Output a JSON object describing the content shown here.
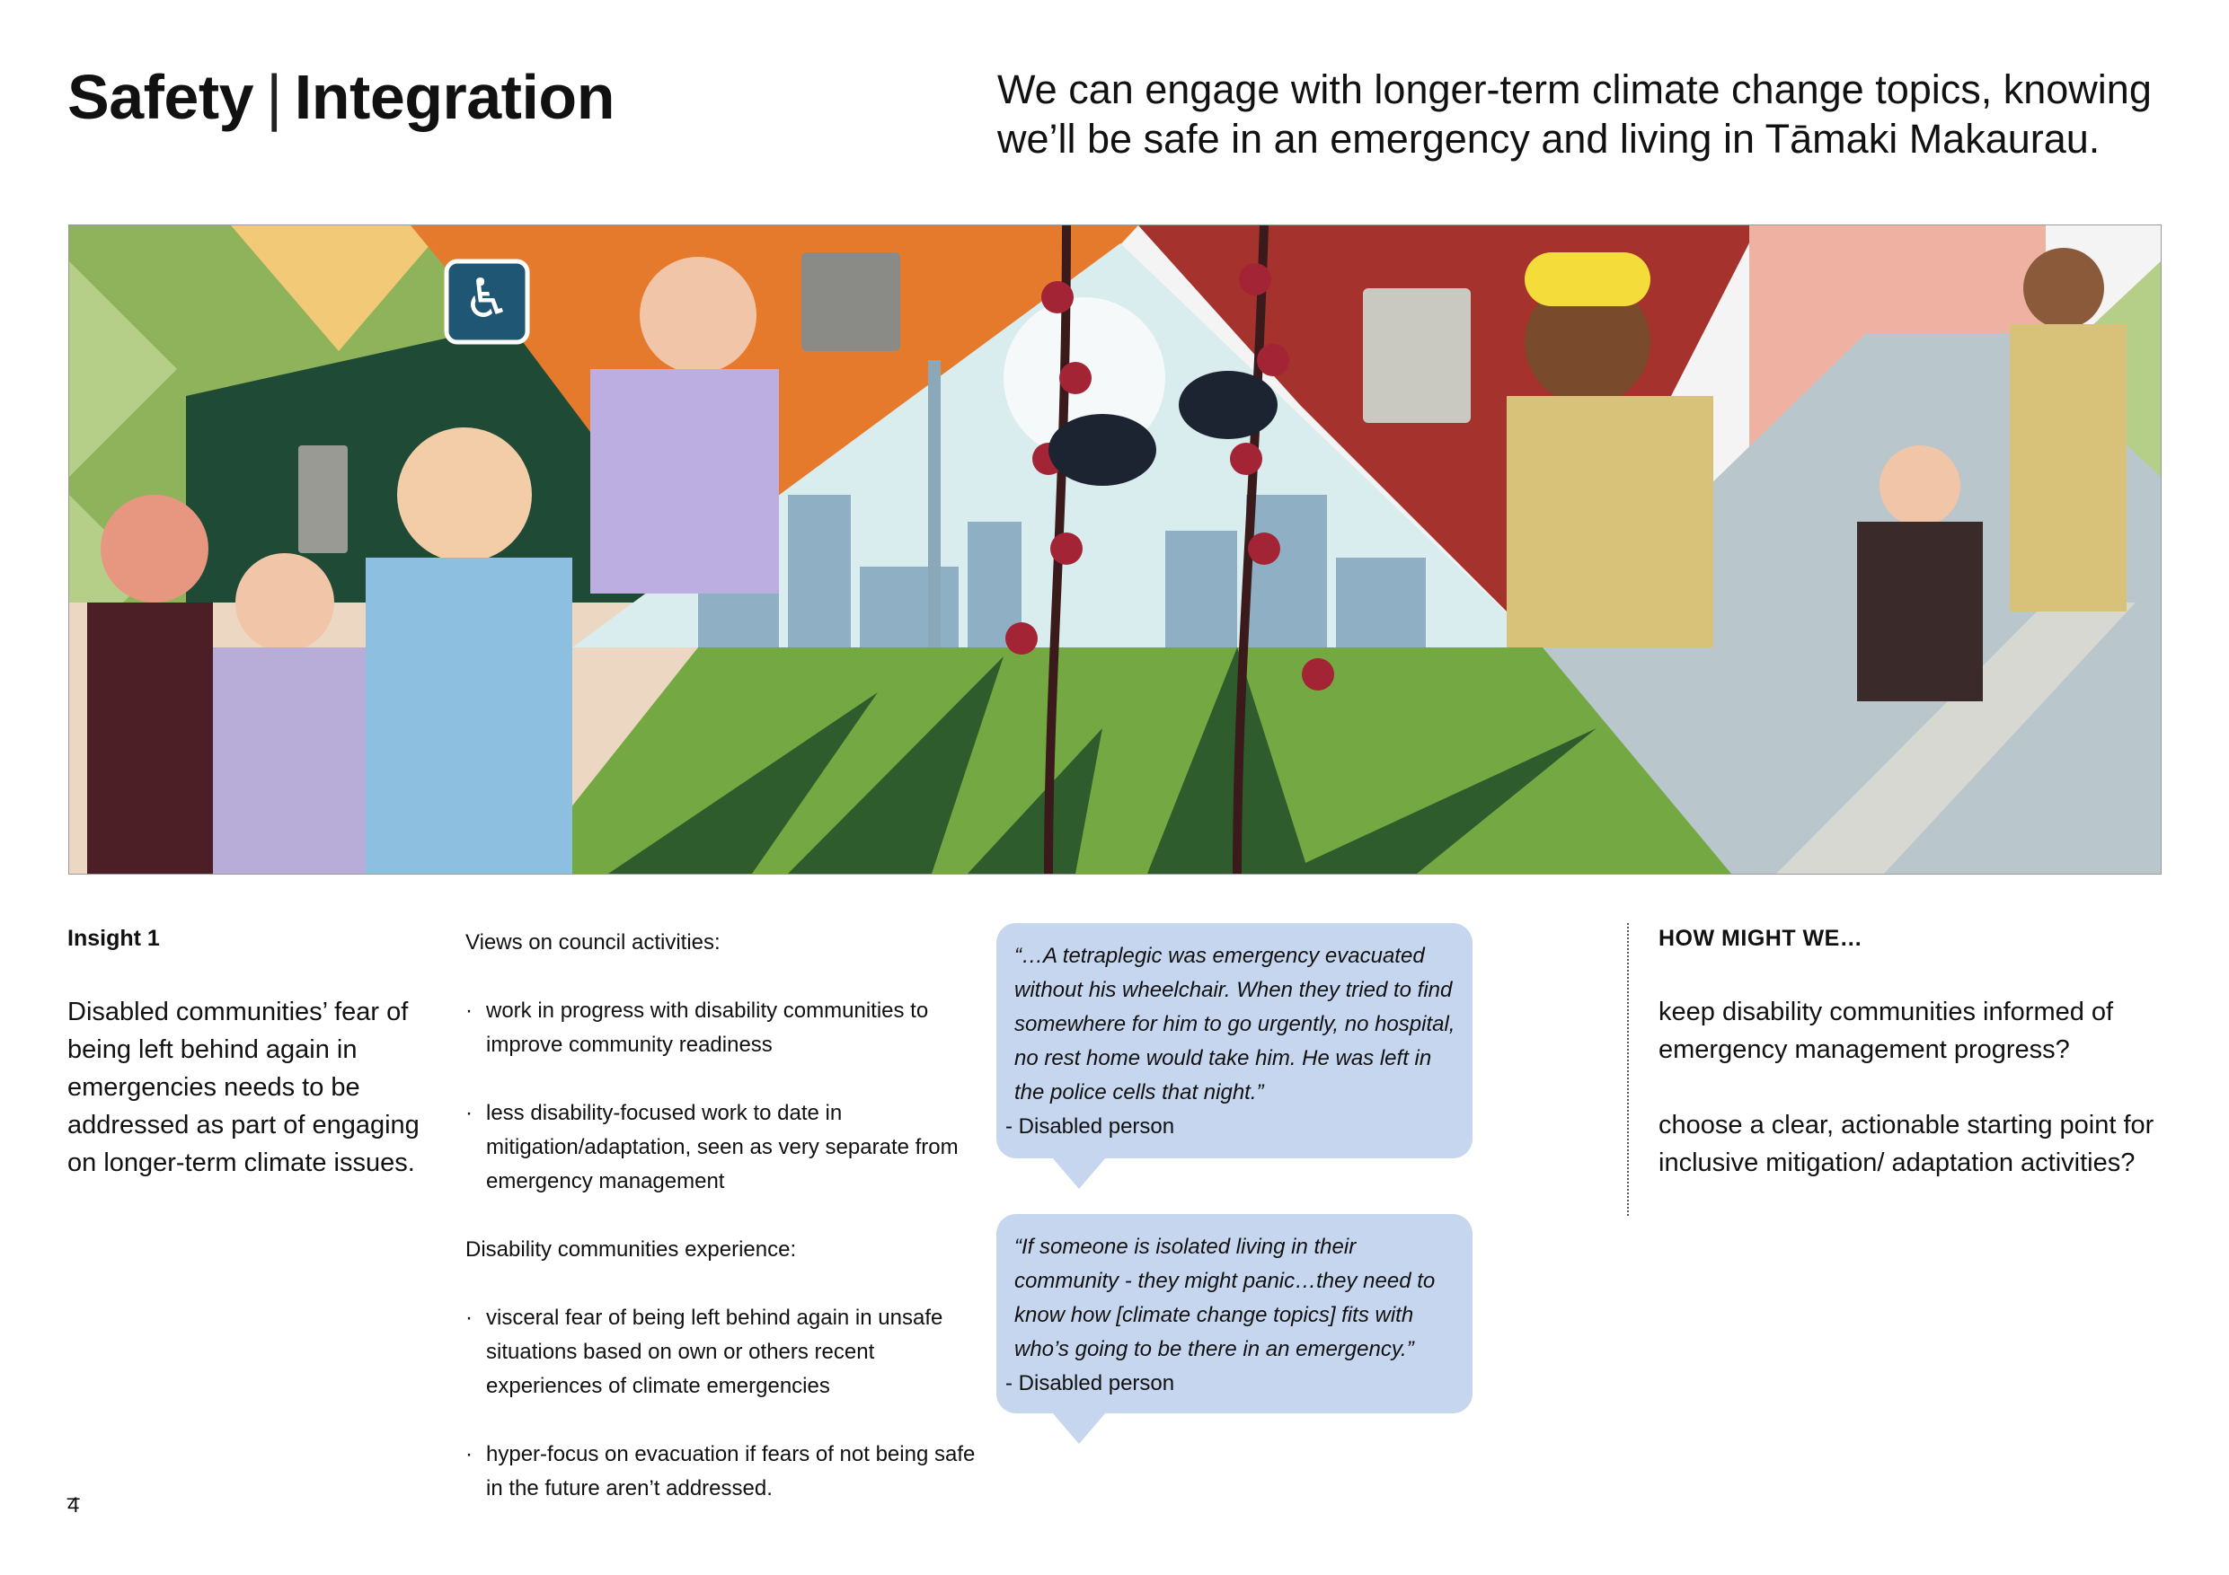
{
  "header": {
    "title_left": "Safety",
    "title_separator": "|",
    "title_right": "Integration",
    "subtitle": "We can engage with longer-term climate change topics, knowing we’ll be safe in an emergency and living in Tāmaki Makaurau."
  },
  "hero": {
    "illustration_subject": "flax-bush-tui-birds-city-emergency-scenes"
  },
  "insight": {
    "label": "Insight 1",
    "text": "Disabled communities’ fear of being left behind again in emergencies needs to be addressed as part of engaging on longer-term climate issues."
  },
  "views": {
    "heading": "Views on council activities:",
    "items": [
      "work in progress with disability communities to improve community readiness",
      "less disability-focused work to date in mitigation/adaptation, seen as very separate from emergency management"
    ],
    "experience_heading": "Disability communities experience:",
    "experience_items": [
      "visceral fear of being left behind again in unsafe situations based on own or others recent experiences of climate emergencies",
      "hyper-focus on evacuation if fears of not being safe in the future aren’t addressed."
    ]
  },
  "quotes": [
    {
      "text": "“…A tetraplegic was emergency evacuated without his wheelchair. When they tried to find somewhere for him to go urgently, no hospital, no rest home would take him. He was left in the police cells that night.”",
      "attribution": "- Disabled person"
    },
    {
      "text": "“If someone is isolated living in their community - they might panic…they need to know how [climate change topics] fits with who’s going to be there in an emergency.”",
      "attribution": "- Disabled person"
    }
  ],
  "how_might_we": {
    "label": "HOW MIGHT WE…",
    "items": [
      "keep disability communities informed of emergency management progress?",
      "choose a clear, actionable starting point for inclusive mitigation/ adaptation activities?"
    ]
  },
  "footer": {
    "mark": "_",
    "page_number": "4"
  }
}
